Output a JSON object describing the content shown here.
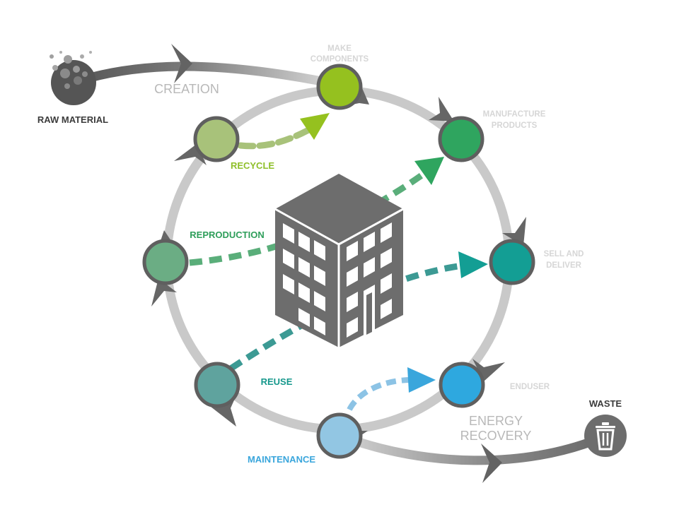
{
  "stages": {
    "make_components": [
      "MAKE",
      "COMPONENTS"
    ],
    "manufacture_products": [
      "MANUFACTURE",
      "PRODUCTS"
    ],
    "sell_and_deliver": [
      "SELL AND",
      "DELIVER"
    ],
    "enduser": "ENDUSER"
  },
  "flows": {
    "raw_material": "RAW MATERIAL",
    "creation": "CREATION",
    "waste": "WASTE",
    "energy_recovery": [
      "ENERGY",
      "RECOVERY"
    ]
  },
  "loops": {
    "recycle": "RECYCLE",
    "reproduction": "REPRODUCTION",
    "reuse": "REUSE",
    "maintenance": "MAINTENANCE"
  },
  "colors": {
    "ring": "#c9c9c9",
    "dark_gray": "#6d6d6d",
    "make_components": "#95c11f",
    "manufacture_products": "#2fa55f",
    "sell_and_deliver": "#139e94",
    "enduser": "#2ea8df",
    "recycle": "#a8c27a",
    "reproduction": "#6bad84",
    "reuse": "#5fa39e",
    "maintenance": "#92c6e3",
    "recycle_text": "#8fbf2a",
    "reproduction_text": "#2e9e5a",
    "reuse_text": "#16988c",
    "maintenance_text": "#3aa6dc"
  },
  "icons": {
    "raw_material": "rock-icon",
    "waste": "trash-can-icon",
    "center": "building-icon"
  }
}
